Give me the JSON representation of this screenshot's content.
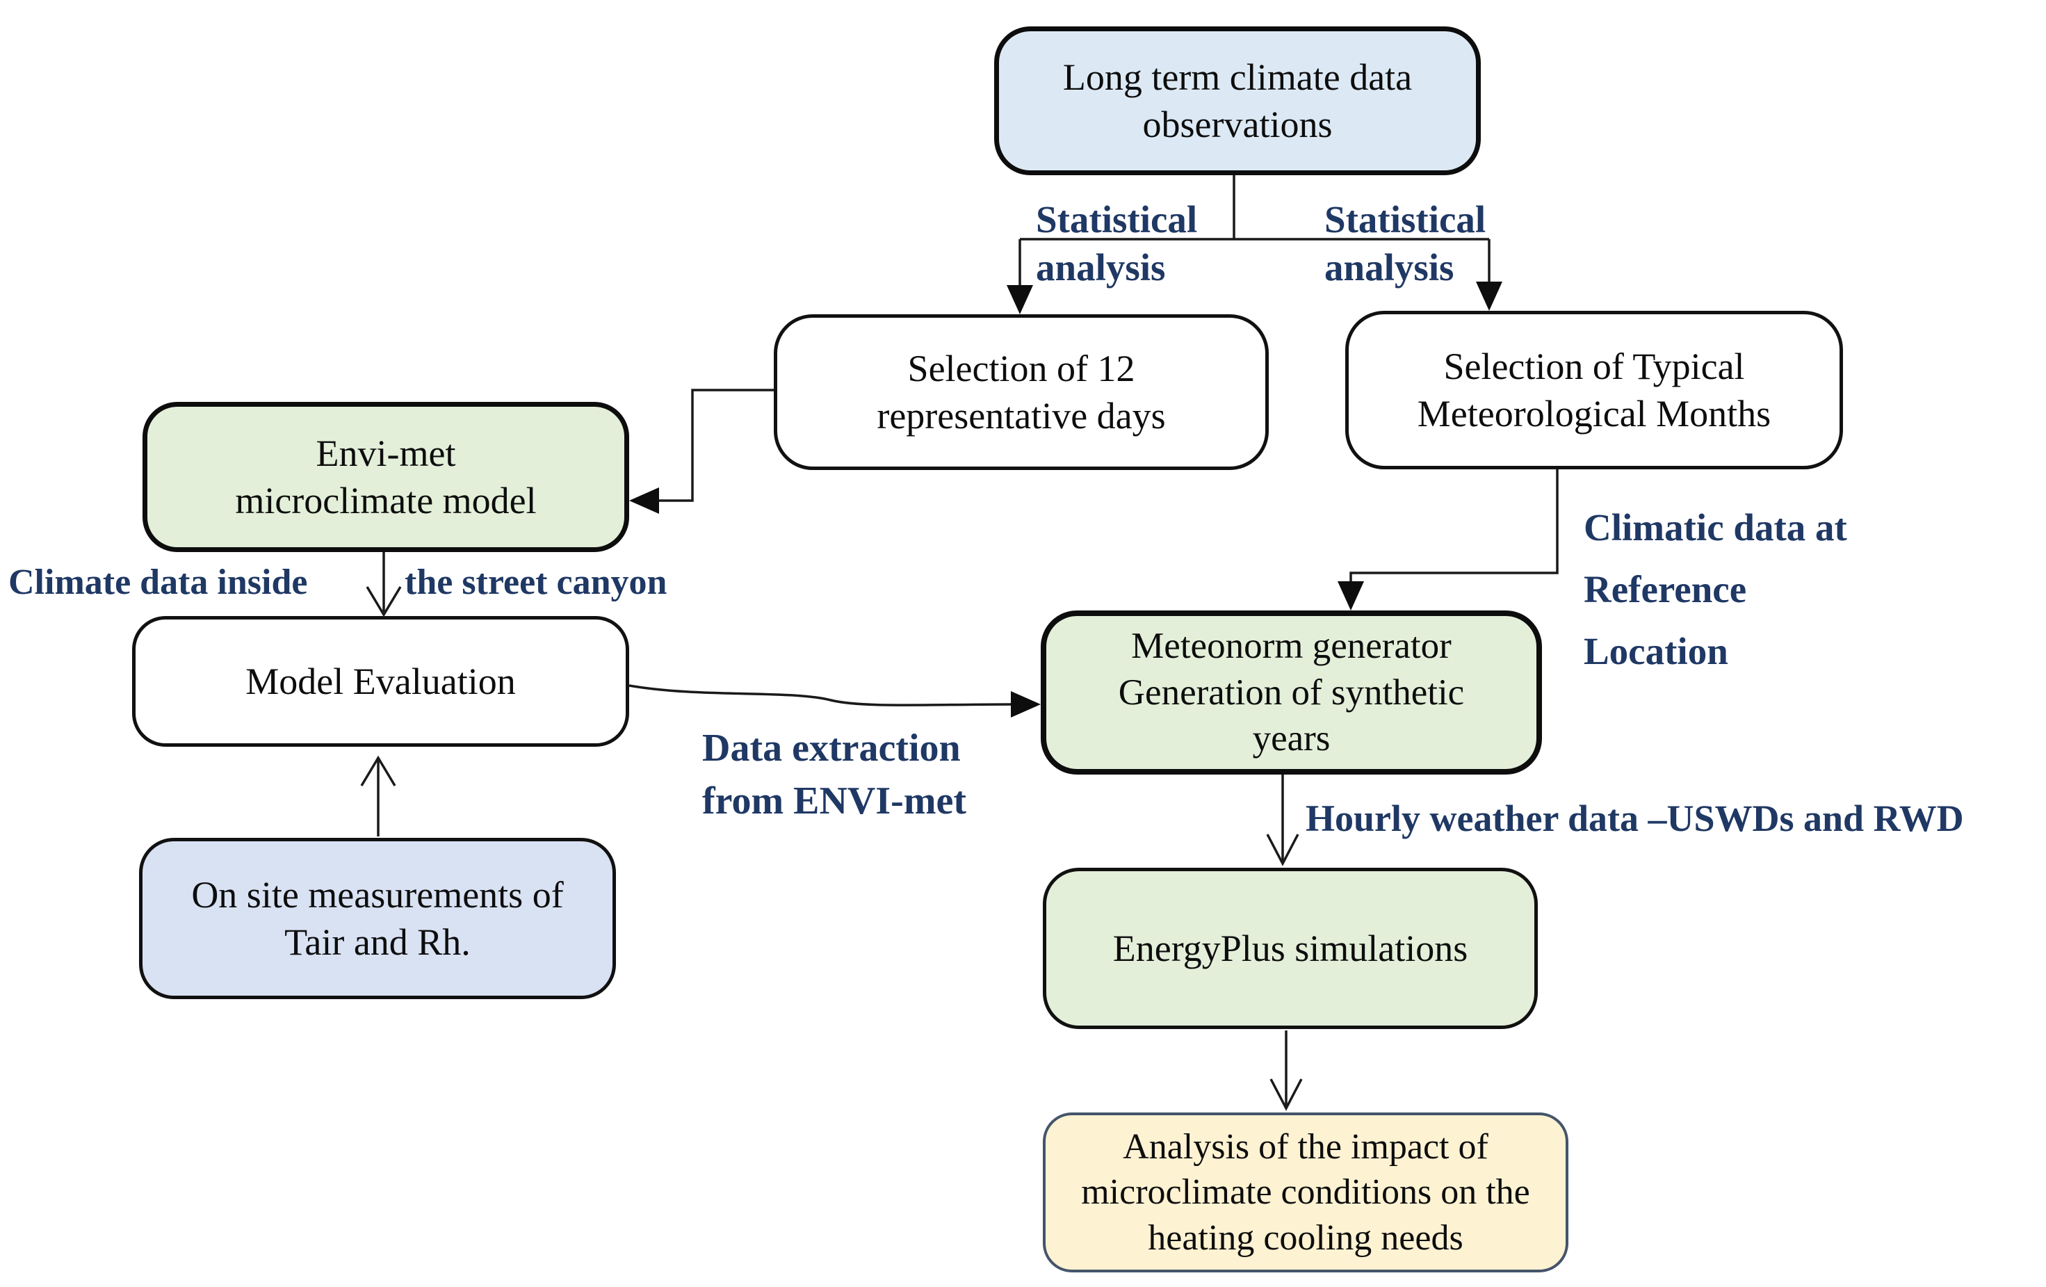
{
  "diagram": {
    "title": "Microclimate and building-energy simulation workflow flowchart",
    "nodes": {
      "long_term": {
        "label": "Long term climate data\nobservations"
      },
      "sel12": {
        "label": "Selection of 12\nrepresentative days"
      },
      "seltyp": {
        "label": "Selection of Typical\nMeteorological Months"
      },
      "envimet": {
        "label": "Envi-met\nmicroclimate model"
      },
      "modeleval": {
        "label": "Model Evaluation"
      },
      "onsite": {
        "label": "On site measurements of\nTair and Rh."
      },
      "meteonorm": {
        "label": "Meteonorm generator\nGeneration of synthetic\nyears"
      },
      "energyplus": {
        "label": "EnergyPlus simulations"
      },
      "analysis": {
        "label": "Analysis of the impact of\nmicroclimate conditions on the\nheating cooling needs"
      }
    },
    "edge_labels": {
      "statistical_left": "Statistical\nanalysis",
      "statistical_right": "Statistical\nanalysis",
      "climate_inside": "Climate data inside",
      "street_canyon": "the street canyon",
      "climatic_ref": "Climatic data at\nReference\nLocation",
      "data_extraction": "Data extraction\nfrom ENVI-met",
      "hourly_weather": "Hourly weather data –USWDs and RWD"
    },
    "colors": {
      "light_blue": "#dce9f5",
      "lavender_blue": "#d9e2f3",
      "light_green": "#e3efd9",
      "cream_yellow": "#fdf2d2",
      "white": "#ffffff",
      "border_black": "#0d0d0d",
      "border_slate": "#44546a",
      "label_navy": "#1f3864",
      "wire": "#1a1a1a"
    }
  }
}
